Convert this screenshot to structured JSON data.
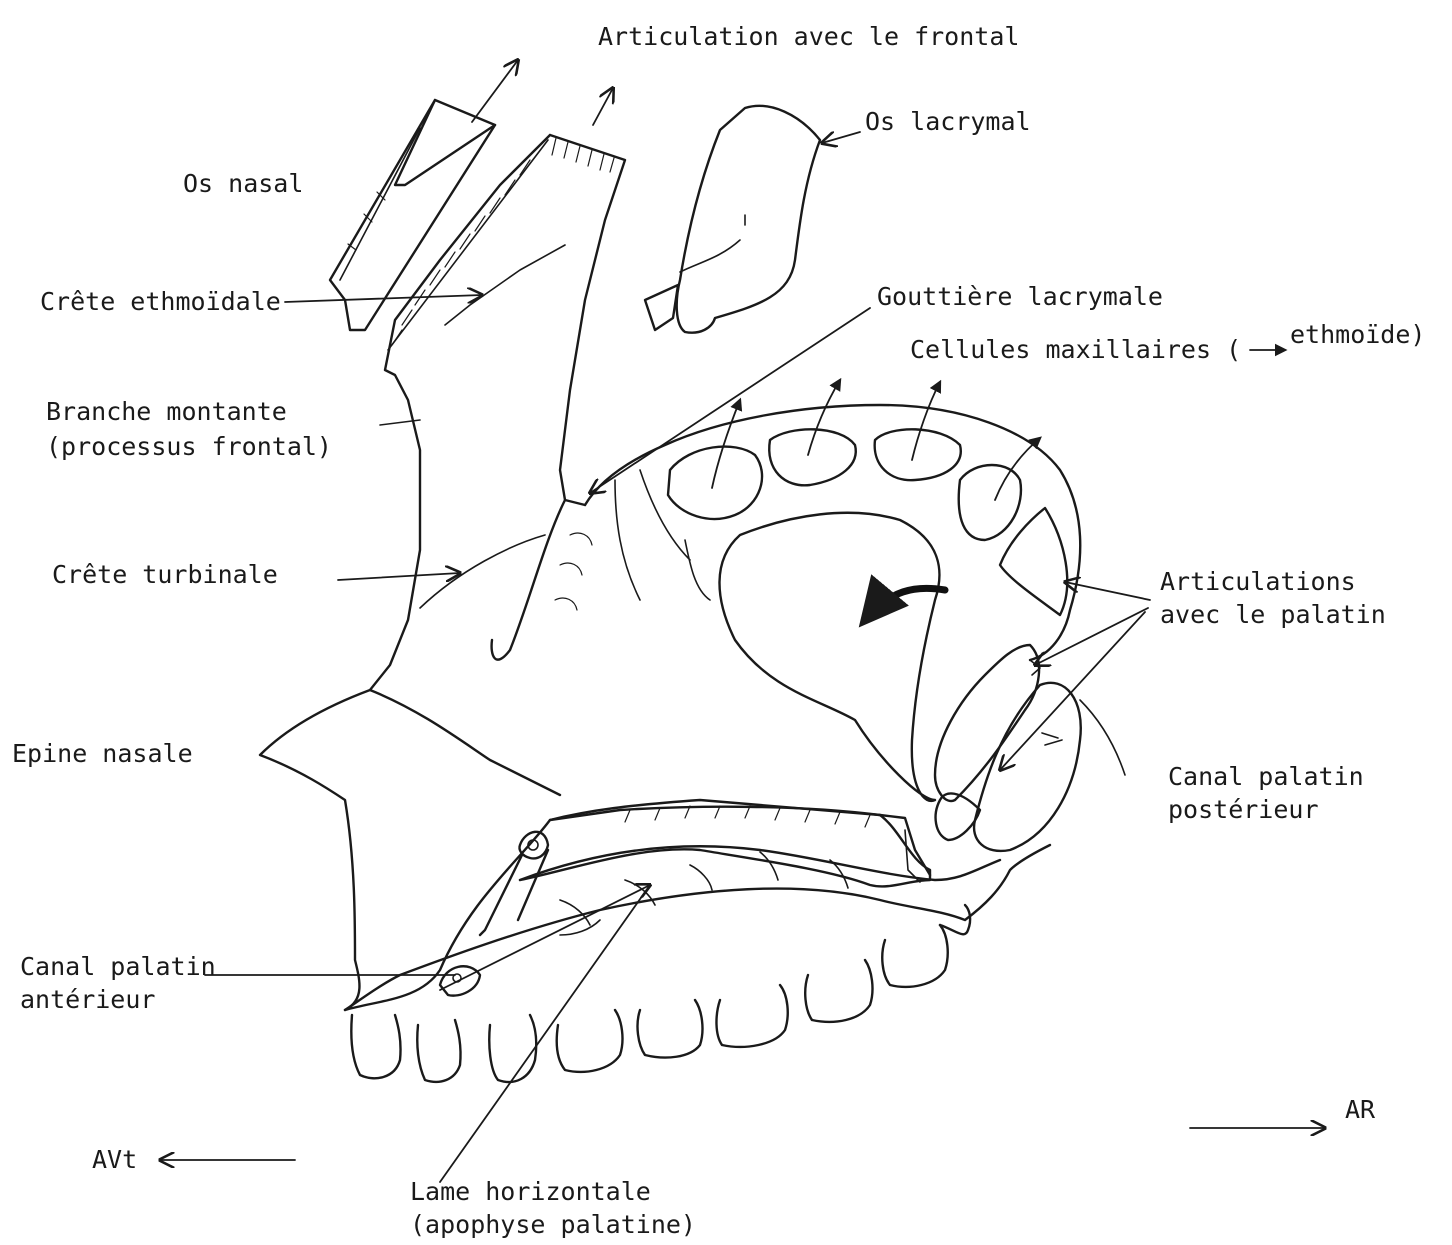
{
  "labels": {
    "articulation_frontal": "Articulation avec le frontal",
    "os_lacrymal": "Os lacrymal",
    "os_nasal": "Os nasal",
    "crete_ethmoidale": "Crête ethmoïdale",
    "gouttiere_lacrymale": "Gouttière lacrymale",
    "cellules_maxillaires": "Cellules maxillaires (",
    "cellules_maxillaires_end": "ethmoïde)",
    "branche_montante_1": "Branche montante",
    "branche_montante_2": "(processus frontal)",
    "crete_turbinale": "Crête turbinale",
    "articulations_palatin_1": "Articulations",
    "articulations_palatin_2": "avec le palatin",
    "epine_nasale": "Epine nasale",
    "canal_palatin_posterieur_1": "Canal palatin",
    "canal_palatin_posterieur_2": "postérieur",
    "canal_palatin_anterieur_1": "Canal palatin",
    "canal_palatin_anterieur_2": "antérieur",
    "lame_horizontale_1": "Lame horizontale",
    "lame_horizontale_2": "(apophyse palatine)",
    "avant": "AVt",
    "arriere": "AR"
  },
  "colors": {
    "ink": "#1a1a1a",
    "background": "#ffffff"
  }
}
